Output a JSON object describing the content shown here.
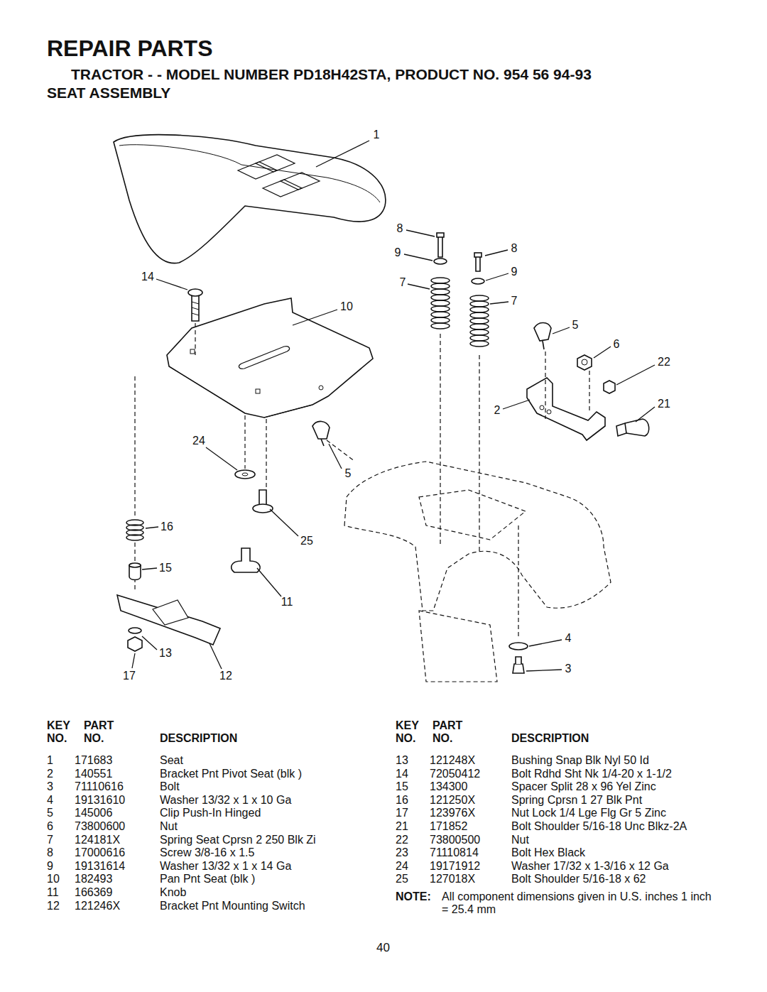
{
  "diagram": {
    "title": "REPAIR PARTS",
    "labels": [
      "TRACTOR - - MODEL NUMBER PD18H42STA, PRODUCT NO. 954 56 94-93",
      "SEAT ASSEMBLY",
      "1",
      "8",
      "9",
      "8",
      "14",
      "7",
      "9",
      "10",
      "7",
      "5",
      "6",
      "22",
      "2",
      "21",
      "24",
      "5",
      "16",
      "25",
      "15",
      "11",
      "4",
      "13",
      "17",
      "12",
      "3",
      "KEY",
      "PART",
      "NO.",
      "NO.",
      "DESCRIPTION",
      "KEY",
      "PART",
      "NO.",
      "NO.",
      "DESCRIPTION",
      "1",
      "171683",
      "Seat",
      "2",
      "140551",
      "Bracket Pnt Pivot Seat (blk )",
      "3",
      "71110616",
      "Bolt",
      "4",
      "19131610",
      "Washer 13/32 x 1 x 10 Ga",
      "5",
      "145006",
      "Clip Push-In Hinged",
      "6",
      "73800600",
      "Nut",
      "7",
      "124181X",
      "Spring Seat Cprsn 2 250 Blk Zi",
      "8",
      "17000616",
      "Screw 3/8-16 x 1.5",
      "9",
      "19131614",
      "Washer 13/32 x 1 x 14 Ga",
      "10",
      "182493",
      "Pan Pnt Seat (blk )",
      "11",
      "166369",
      "Knob",
      "12",
      "121246X",
      "Bracket Pnt Mounting Switch",
      "13",
      "121248X",
      "Bushing Snap Blk Nyl 50 Id",
      "14",
      "72050412",
      "Bolt Rdhd Sht Nk 1/4-20 x 1-1/2",
      "15",
      "134300",
      "Spacer Split 28 x 96 Yel Zinc",
      "16",
      "121250X",
      "Spring Cprsn 1 27 Blk Pnt",
      "17",
      "123976X",
      "Nut Lock 1/4 Lge Flg Gr 5 Zinc",
      "21",
      "171852",
      "Bolt Shoulder 5/16-18 Unc Blkz-2A",
      "22",
      "73800500",
      "Nut",
      "23",
      "71110814",
      "Bolt Hex Black",
      "24",
      "19171912",
      "Washer 17/32 x 1-3/16 x 12 Ga",
      "25",
      "127018X",
      "Bolt Shoulder 5/16-18 x 62",
      "NOTE:",
      "All component dimensions given in U.S. inches 1 inch = 25.4 mm",
      "40"
    ]
  }
}
